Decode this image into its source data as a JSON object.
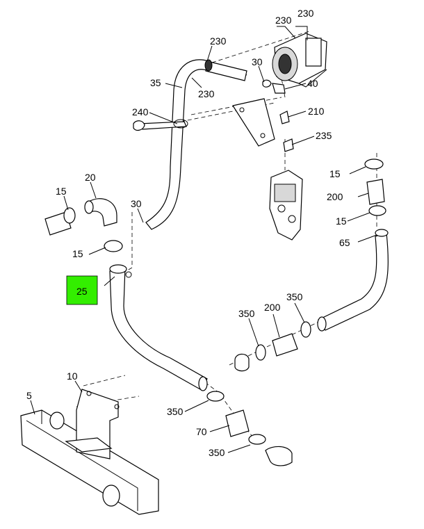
{
  "highlight_color": "#33ee00",
  "callouts": {
    "c230a": "230",
    "c230b": "230",
    "c230c": "230",
    "c230d": "230",
    "c30a": "30",
    "c30b": "30",
    "c40": "40",
    "c35": "35",
    "c240": "240",
    "c210": "210",
    "c235": "235",
    "c20": "20",
    "c15a": "15",
    "c15b": "15",
    "c15c": "15",
    "c15d": "15",
    "c200a": "200",
    "c200b": "200",
    "c65": "65",
    "c25": "25",
    "c350a": "350",
    "c350b": "350",
    "c350c": "350",
    "c350d": "350",
    "c70": "70",
    "c10": "10",
    "c5": "5"
  }
}
